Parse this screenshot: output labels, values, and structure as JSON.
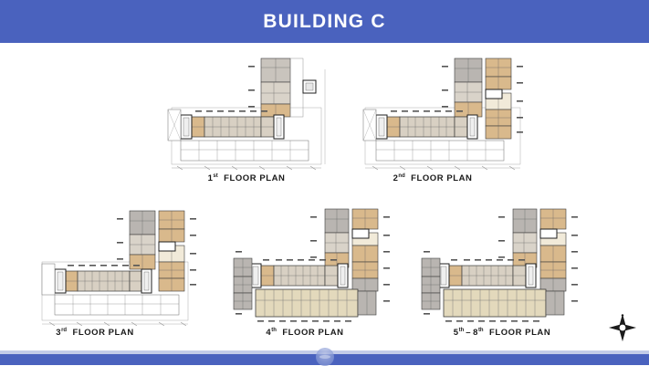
{
  "header": {
    "title": "BUILDING C",
    "bg_color": "#4a62be",
    "text_color": "#ffffff"
  },
  "footer": {
    "band_color": "#4a62be",
    "line_color": "#c3cbe8",
    "logo": "circular-logo-watermark"
  },
  "palette": {
    "unit_cream": "#e3d9bc",
    "unit_tan": "#d9b98c",
    "unit_beige": "#d8d0c3",
    "unit_gray": "#b9b5b1",
    "unit_light": "#f1ead9",
    "wall_dark": "#2b2b2b",
    "wall_line": "#7a7a7a",
    "dim_line": "#9a9a9a"
  },
  "plans": [
    {
      "id": "floor-plan-1",
      "caption_main": "FLOOR PLAN",
      "caption_num": "1",
      "caption_ord": "st",
      "row": "top",
      "wing_vertical_units": 3,
      "wing_horizontal_units": 7,
      "has_lower_podium_row": true,
      "has_tan_corridor_row": false
    },
    {
      "id": "floor-plan-2",
      "caption_main": "FLOOR PLAN",
      "caption_num": "2",
      "caption_ord": "nd",
      "row": "top",
      "wing_vertical_units": 5,
      "wing_horizontal_units": 7,
      "has_lower_podium_row": true,
      "has_tan_corridor_row": false
    },
    {
      "id": "floor-plan-3",
      "caption_main": "FLOOR PLAN",
      "caption_num": "3",
      "caption_ord": "rd",
      "row": "bottom",
      "wing_vertical_units": 5,
      "wing_horizontal_units": 7,
      "has_lower_podium_row": true,
      "has_tan_corridor_row": false
    },
    {
      "id": "floor-plan-4",
      "caption_main": "FLOOR PLAN",
      "caption_num": "4",
      "caption_ord": "th",
      "row": "bottom",
      "wing_vertical_units": 6,
      "wing_horizontal_units": 7,
      "has_lower_podium_row": false,
      "has_tan_corridor_row": true
    },
    {
      "id": "floor-plan-5-8",
      "caption_main": "FLOOR PLAN",
      "caption_num": "5",
      "caption_ord": "th",
      "caption_num2": "8",
      "caption_ord2": "th",
      "caption_sep": "–",
      "row": "bottom",
      "wing_vertical_units": 6,
      "wing_horizontal_units": 7,
      "has_lower_podium_row": false,
      "has_tan_corridor_row": true
    }
  ],
  "compass": {
    "name": "north-arrow-compass-rose"
  }
}
